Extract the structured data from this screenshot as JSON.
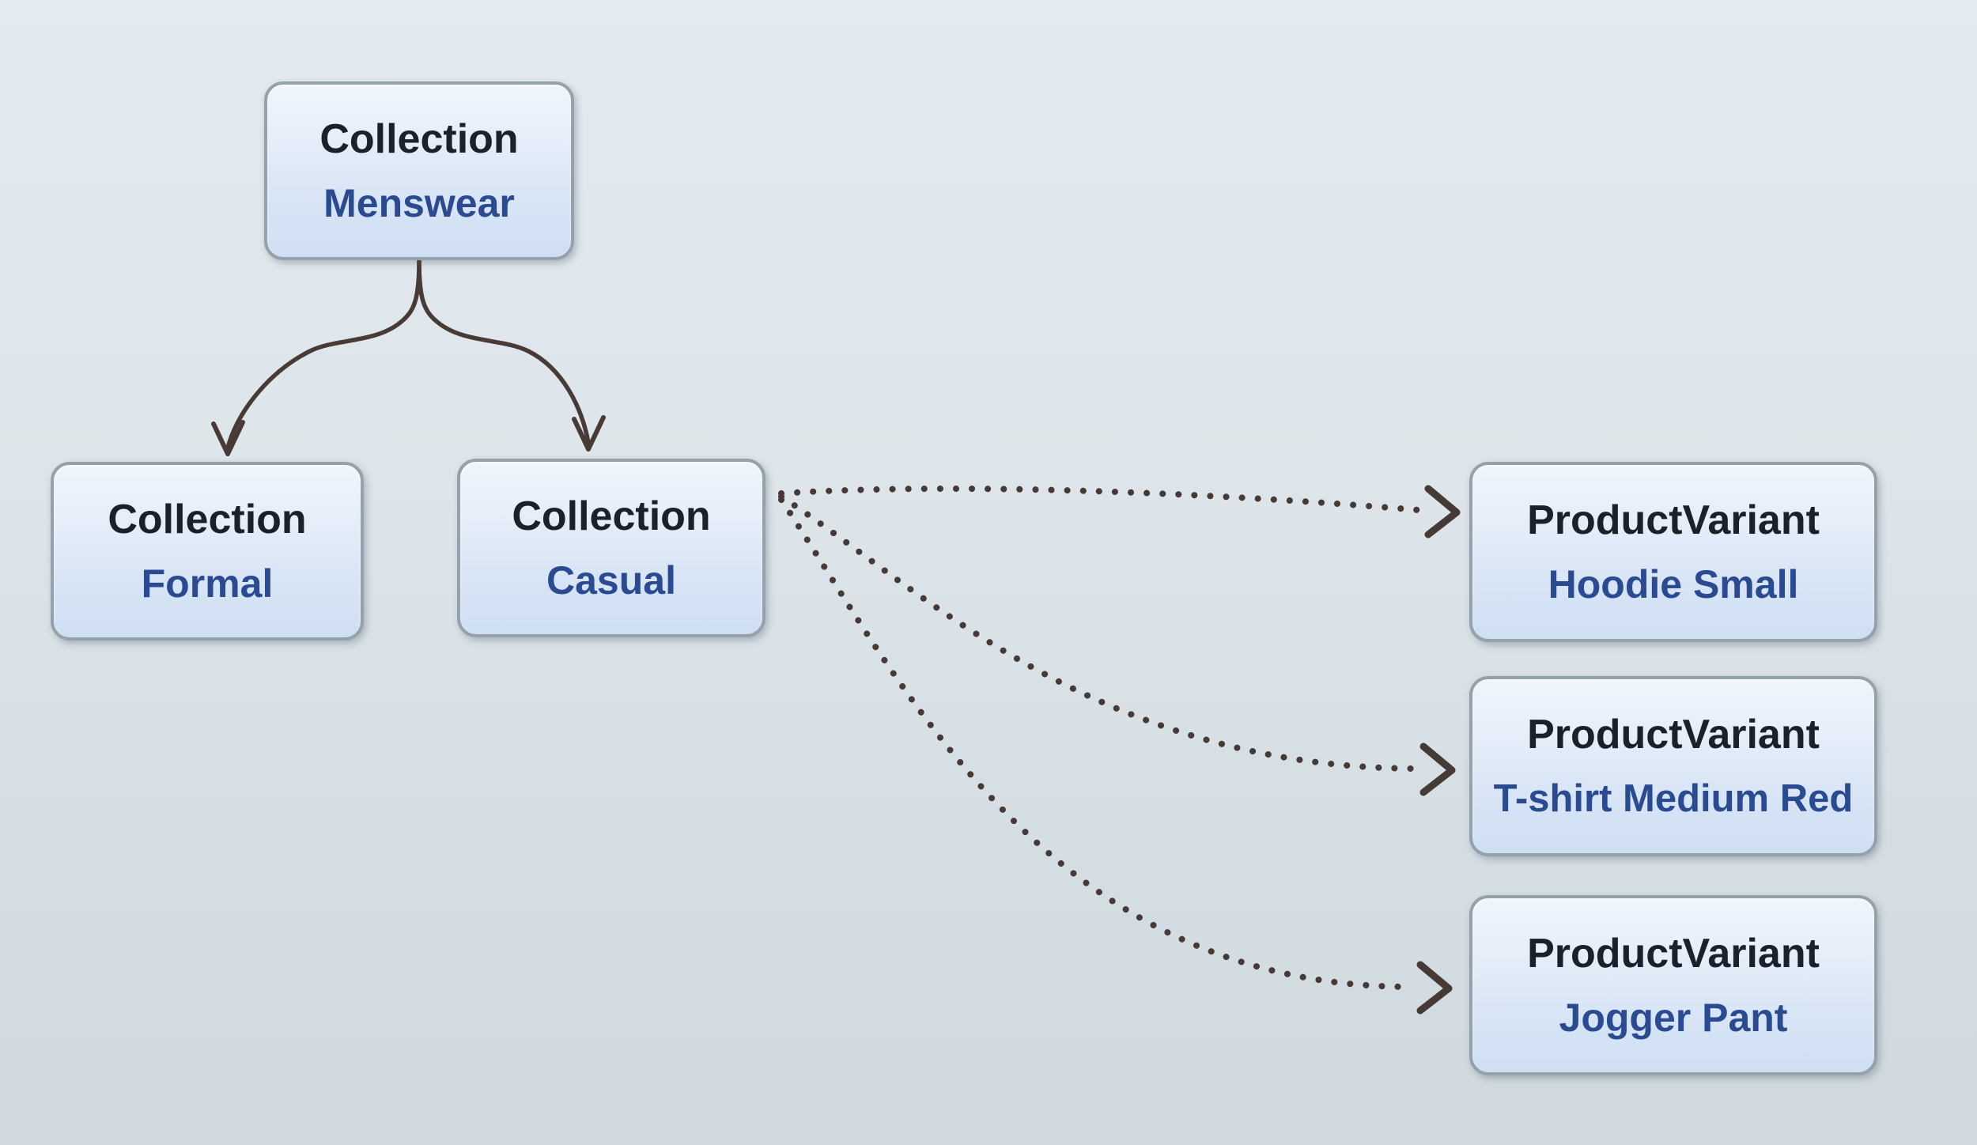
{
  "diagram": {
    "nodes": [
      {
        "id": "menswear",
        "type": "Collection",
        "name": "Menswear"
      },
      {
        "id": "formal",
        "type": "Collection",
        "name": "Formal"
      },
      {
        "id": "casual",
        "type": "Collection",
        "name": "Casual"
      },
      {
        "id": "hoodie",
        "type": "ProductVariant",
        "name": "Hoodie Small"
      },
      {
        "id": "tshirt",
        "type": "ProductVariant",
        "name": "T-shirt Medium Red"
      },
      {
        "id": "jogger",
        "type": "ProductVariant",
        "name": "Jogger Pant"
      }
    ],
    "edges": [
      {
        "from": "Menswear",
        "to": "Formal",
        "style": "solid-curved-arrow"
      },
      {
        "from": "Menswear",
        "to": "Casual",
        "style": "solid-curved-arrow"
      },
      {
        "from": "Casual",
        "to": "Hoodie Small",
        "style": "dotted-arrow"
      },
      {
        "from": "Casual",
        "to": "T-shirt Medium Red",
        "style": "dotted-arrow"
      },
      {
        "from": "Casual",
        "to": "Jogger Pant",
        "style": "dotted-arrow"
      }
    ],
    "colors": {
      "background_top": "#e3eaf0",
      "background_bottom": "#cfd9de",
      "node_fill_top": "#eff5fc",
      "node_fill_bottom": "#cfdff3",
      "node_border": "#95a2ac",
      "type_text_color": "#1b212b",
      "name_text_color": "#2a4b91",
      "arrow_color": "#483a35"
    }
  }
}
